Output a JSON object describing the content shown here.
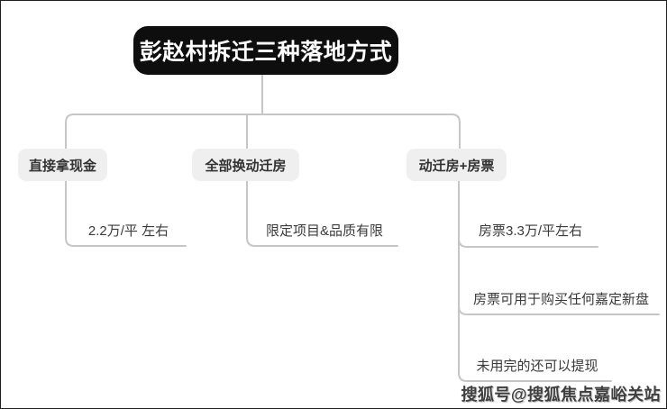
{
  "diagram": {
    "title": "彭赵村拆迁三种落地方式",
    "branches": [
      {
        "label": "直接拿现金",
        "leaves": [
          "2.2万/平 左右"
        ]
      },
      {
        "label": "全部换动迁房",
        "leaves": [
          "限定项目&品质有限"
        ]
      },
      {
        "label": "动迁房+房票",
        "leaves": [
          "房票3.3万/平左右",
          "房票可用于购买任何嘉定新盘",
          "未用完的还可以提现"
        ]
      }
    ],
    "colors": {
      "root_bg": "#0e0e0e",
      "root_text": "#ffffff",
      "branch_bg": "#efefef",
      "branch_text": "#333333",
      "leaf_text": "#3a3a3a",
      "connector": "#c6c6c6",
      "background": "#ffffff"
    }
  },
  "watermark": {
    "label": "搜狐号@搜狐焦点嘉峪关站"
  }
}
